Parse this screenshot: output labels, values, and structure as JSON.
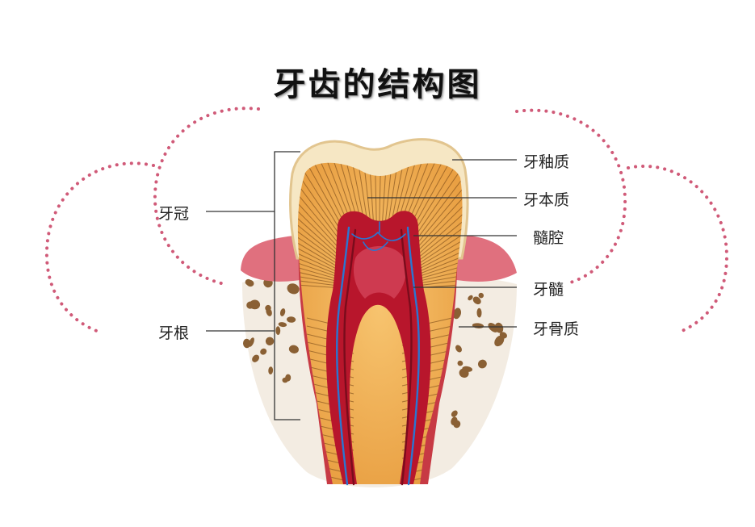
{
  "title": "牙齿的结构图",
  "labels": {
    "enamel": "牙釉质",
    "dentin": "牙本质",
    "pulp_cavity": "髓腔",
    "pulp": "牙髓",
    "cementum": "牙骨质",
    "crown": "牙冠",
    "root": "牙根"
  },
  "colors": {
    "dots": "#d05a78",
    "enamel": "#f6e7c4",
    "dentin": "#f2b45a",
    "pulp": "#b8162c",
    "gum": "#e0707e",
    "bone": "#8a6034",
    "vessel_blue": "#2a76d2",
    "leader": "#333333"
  }
}
